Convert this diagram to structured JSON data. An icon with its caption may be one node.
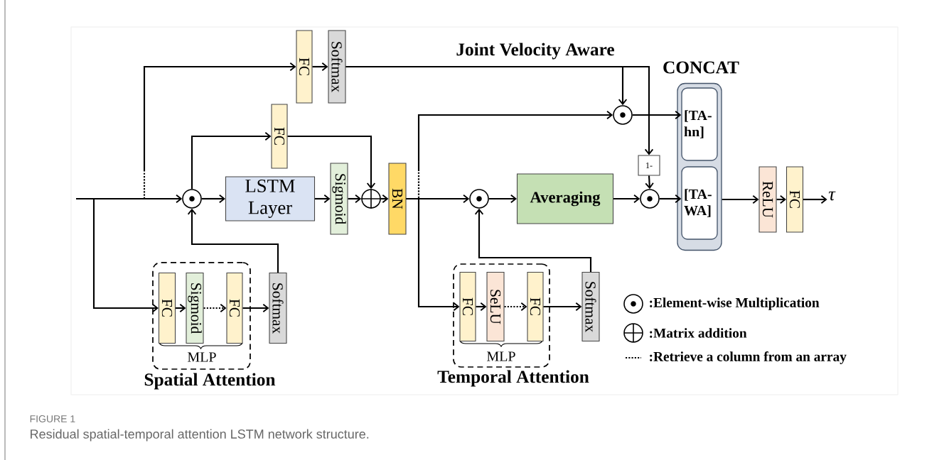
{
  "diagram": {
    "caption": "Residual spatial-temporal attention LSTM network structure.",
    "nodes": [
      {
        "text": [
          "FC"
        ]
      },
      {
        "text": [
          "Softmax"
        ]
      },
      {
        "text": [
          "FC"
        ]
      },
      {
        "text": [],
        "shape": "circle"
      },
      {
        "text": [
          "LSTM Layer"
        ]
      },
      {
        "text": [
          "Sigmoid"
        ]
      },
      {
        "text": [],
        "shape": "circle"
      },
      {
        "text": [
          "BN"
        ]
      },
      {
        "text": [],
        "shape": "circle"
      },
      {
        "text": [
          "Averaging"
        ]
      },
      {
        "text": [],
        "shape": "circle"
      },
      {
        "text": [
          "1-"
        ]
      },
      {
        "text": [],
        "shape": "circle"
      },
      {
        "text": [
          "CONCAT"
        ]
      },
      {
        "text": [
          "[TA- hn]"
        ],
        "in": 13
      },
      {
        "text": [
          "[TA- WA]"
        ],
        "in": 13
      },
      {
        "text": [
          "ReLU"
        ]
      },
      {
        "text": [
          "FC"
        ]
      },
      {
        "text": [
          "τ"
        ]
      },
      {
        "text": [
          "MLP",
          "Spatial Attention"
        ]
      },
      {
        "text": [
          "FC"
        ],
        "in": 19
      },
      {
        "text": [
          "Sigmoid"
        ],
        "in": 19
      },
      {
        "text": [
          "FC"
        ],
        "in": 19
      },
      {
        "text": [
          "Softmax"
        ]
      },
      {
        "text": [
          "MLP",
          "Temporal Attention"
        ]
      },
      {
        "text": [
          "FC"
        ],
        "in": 24
      },
      {
        "text": [
          "SeLU"
        ],
        "in": 24
      },
      {
        "text": [
          "FC"
        ],
        "in": 24
      },
      {
        "text": [
          "Softmax"
        ]
      }
    ],
    "edges": [
      {
        "from": null,
        "to": 3,
        "arrow": "to"
      },
      {
        "from": null,
        "to": 0,
        "arrow": "to"
      },
      {
        "from": null,
        "to": 20,
        "arrow": "to"
      },
      {
        "from": 0,
        "to": 1,
        "arrow": "to"
      },
      {
        "from": 1,
        "to": 10,
        "arrow": "to"
      },
      {
        "from": 1,
        "to": 11,
        "arrow": "to"
      },
      {
        "from": 3,
        "to": 2,
        "arrow": "to"
      },
      {
        "from": 3,
        "to": 4,
        "arrow": "to"
      },
      {
        "from": 2,
        "to": 6,
        "arrow": "to"
      },
      {
        "from": 4,
        "to": 5,
        "arrow": "to"
      },
      {
        "from": 5,
        "to": 6,
        "arrow": "to"
      },
      {
        "from": 6,
        "to": 7,
        "arrow": "to"
      },
      {
        "from": 7,
        "to": 8,
        "arrow": "to"
      },
      {
        "from": 7,
        "to": 10,
        "arrow": "to"
      },
      {
        "from": 7,
        "to": 25,
        "arrow": "to"
      },
      {
        "from": 8,
        "to": 9,
        "arrow": "to"
      },
      {
        "from": 9,
        "to": 12,
        "arrow": "to"
      },
      {
        "from": 10,
        "to": 14,
        "arrow": "to"
      },
      {
        "from": 11,
        "to": 12,
        "arrow": "to"
      },
      {
        "from": 12,
        "to": 15,
        "arrow": "to"
      },
      {
        "from": 13,
        "to": 16,
        "arrow": "to"
      },
      {
        "from": 16,
        "to": 17,
        "arrow": "to"
      },
      {
        "from": 17,
        "to": 18,
        "arrow": "to"
      },
      {
        "from": 20,
        "to": 21,
        "arrow": "to"
      },
      {
        "from": 21,
        "to": 22,
        "arrow": "to",
        "style": "dashed"
      },
      {
        "from": 22,
        "to": 23,
        "arrow": "to"
      },
      {
        "from": 23,
        "to": 3,
        "arrow": "to"
      },
      {
        "from": 25,
        "to": 26,
        "arrow": "to"
      },
      {
        "from": 26,
        "to": 27,
        "arrow": "to",
        "style": "dashed"
      },
      {
        "from": 27,
        "to": 28,
        "arrow": "to"
      },
      {
        "from": 28,
        "to": 8,
        "arrow": "to"
      }
    ],
    "labels": [
      "Joint Velocity Aware",
      "FIGURE 1"
    ],
    "legend": [
      {
        "text": ":Element-wise Multiplication"
      },
      {
        "text": ":Matrix addition"
      },
      {
        "text": ":Retrieve a column from an array"
      }
    ]
  }
}
